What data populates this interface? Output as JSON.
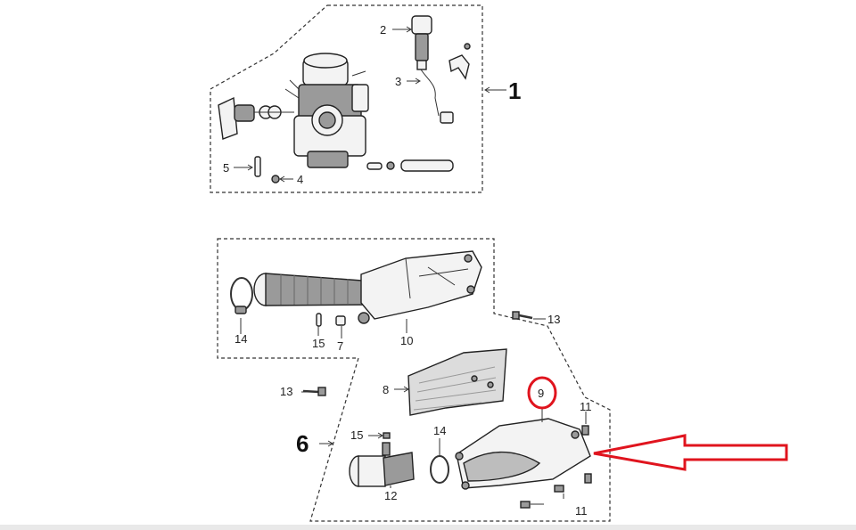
{
  "callouts": {
    "c1": "1",
    "c2": "2",
    "c3": "3",
    "c4": "4",
    "c5": "5",
    "c6": "6",
    "c7": "7",
    "c8": "8",
    "c9": "9",
    "c10": "10",
    "c11a": "11",
    "c11b": "11",
    "c12": "12",
    "c13a": "13",
    "c13b": "13",
    "c14a": "14",
    "c14b": "14",
    "c15a": "15",
    "c15b": "15"
  },
  "colors": {
    "highlight": "#e0141e",
    "ink": "#222222",
    "bottom_bar": "#e9e9e9"
  }
}
